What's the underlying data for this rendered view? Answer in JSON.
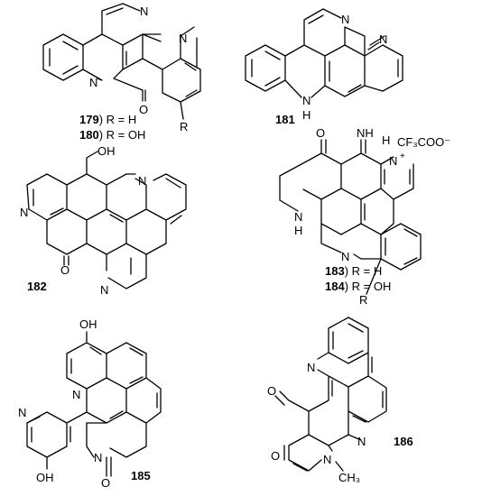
{
  "compounds": {
    "c179_180": {
      "atoms": {
        "n1": "N",
        "n2": "N",
        "n3": "N",
        "o1": "O",
        "r": "R"
      },
      "captions": [
        {
          "num": "179",
          "rest": ") R = H"
        },
        {
          "num": "180",
          "rest": ") R = OH"
        }
      ]
    },
    "c181": {
      "atoms": {
        "n1": "N",
        "n2": "N",
        "n3": "N",
        "h": "H"
      },
      "captions": [
        {
          "num": "181",
          "rest": ""
        }
      ]
    },
    "c182": {
      "atoms": {
        "oh": "OH",
        "n1": "N",
        "n2": "N",
        "n3": "N",
        "o1": "O"
      },
      "captions": [
        {
          "num": "182",
          "rest": ""
        }
      ]
    },
    "c183_184": {
      "atoms": {
        "o1": "O",
        "nh": "NH",
        "h": "H",
        "nplus": "N",
        "plus": "+",
        "counterion": "CF₃COO⁻",
        "n_ring": "N",
        "n_amine": "N",
        "h_amine": "H",
        "r": "R"
      },
      "captions": [
        {
          "num": "183",
          "rest": ")  R = H"
        },
        {
          "num": "184",
          "rest": ")  R = OH"
        }
      ]
    },
    "c185": {
      "atoms": {
        "oh_top": "OH",
        "n1": "N",
        "n2": "N",
        "n3": "N",
        "oh_bottom": "OH",
        "o1": "O"
      },
      "captions": [
        {
          "num": "185",
          "rest": ""
        }
      ]
    },
    "c186": {
      "atoms": {
        "n1": "N",
        "n2": "N",
        "n3": "N",
        "o1": "O",
        "o2": "O",
        "ch3": "CH₃"
      },
      "captions": [
        {
          "num": "186",
          "rest": ""
        }
      ]
    }
  }
}
